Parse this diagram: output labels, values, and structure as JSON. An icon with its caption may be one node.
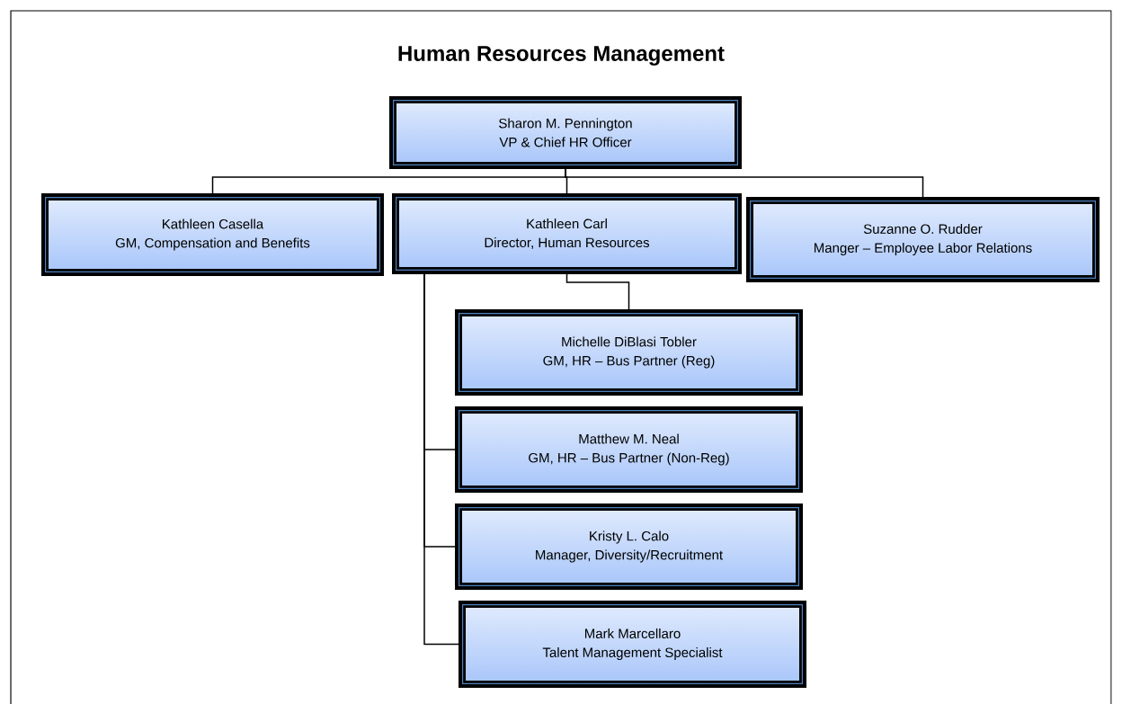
{
  "diagram": {
    "title": "Human Resources Management",
    "nodes": [
      {
        "text": [
          "Sharon M. Pennington",
          "VP & Chief HR Officer"
        ]
      },
      {
        "text": [
          "Kathleen Casella",
          "GM, Compensation and Benefits"
        ]
      },
      {
        "text": [
          "Kathleen Carl",
          "Director, Human Resources"
        ]
      },
      {
        "text": [
          "Suzanne O. Rudder",
          "Manger – Employee Labor Relations"
        ]
      },
      {
        "text": [
          "Michelle DiBlasi Tobler",
          "GM, HR – Bus Partner (Reg)"
        ]
      },
      {
        "text": [
          "Matthew M. Neal",
          "GM, HR – Bus Partner (Non-Reg)"
        ]
      },
      {
        "text": [
          "Kristy L. Calo",
          "Manager, Diversity/Recruitment"
        ]
      },
      {
        "text": [
          "Mark Marcellaro",
          "Talent Management Specialist"
        ]
      }
    ],
    "edges": [
      {
        "from": 0,
        "to": 1,
        "arrow": "none"
      },
      {
        "from": 0,
        "to": 2,
        "arrow": "none"
      },
      {
        "from": 0,
        "to": 3,
        "arrow": "none"
      },
      {
        "from": 2,
        "to": 4,
        "arrow": "none"
      },
      {
        "from": 2,
        "to": 5,
        "arrow": "none"
      },
      {
        "from": 2,
        "to": 6,
        "arrow": "none"
      },
      {
        "from": 2,
        "to": 7,
        "arrow": "none"
      }
    ]
  }
}
